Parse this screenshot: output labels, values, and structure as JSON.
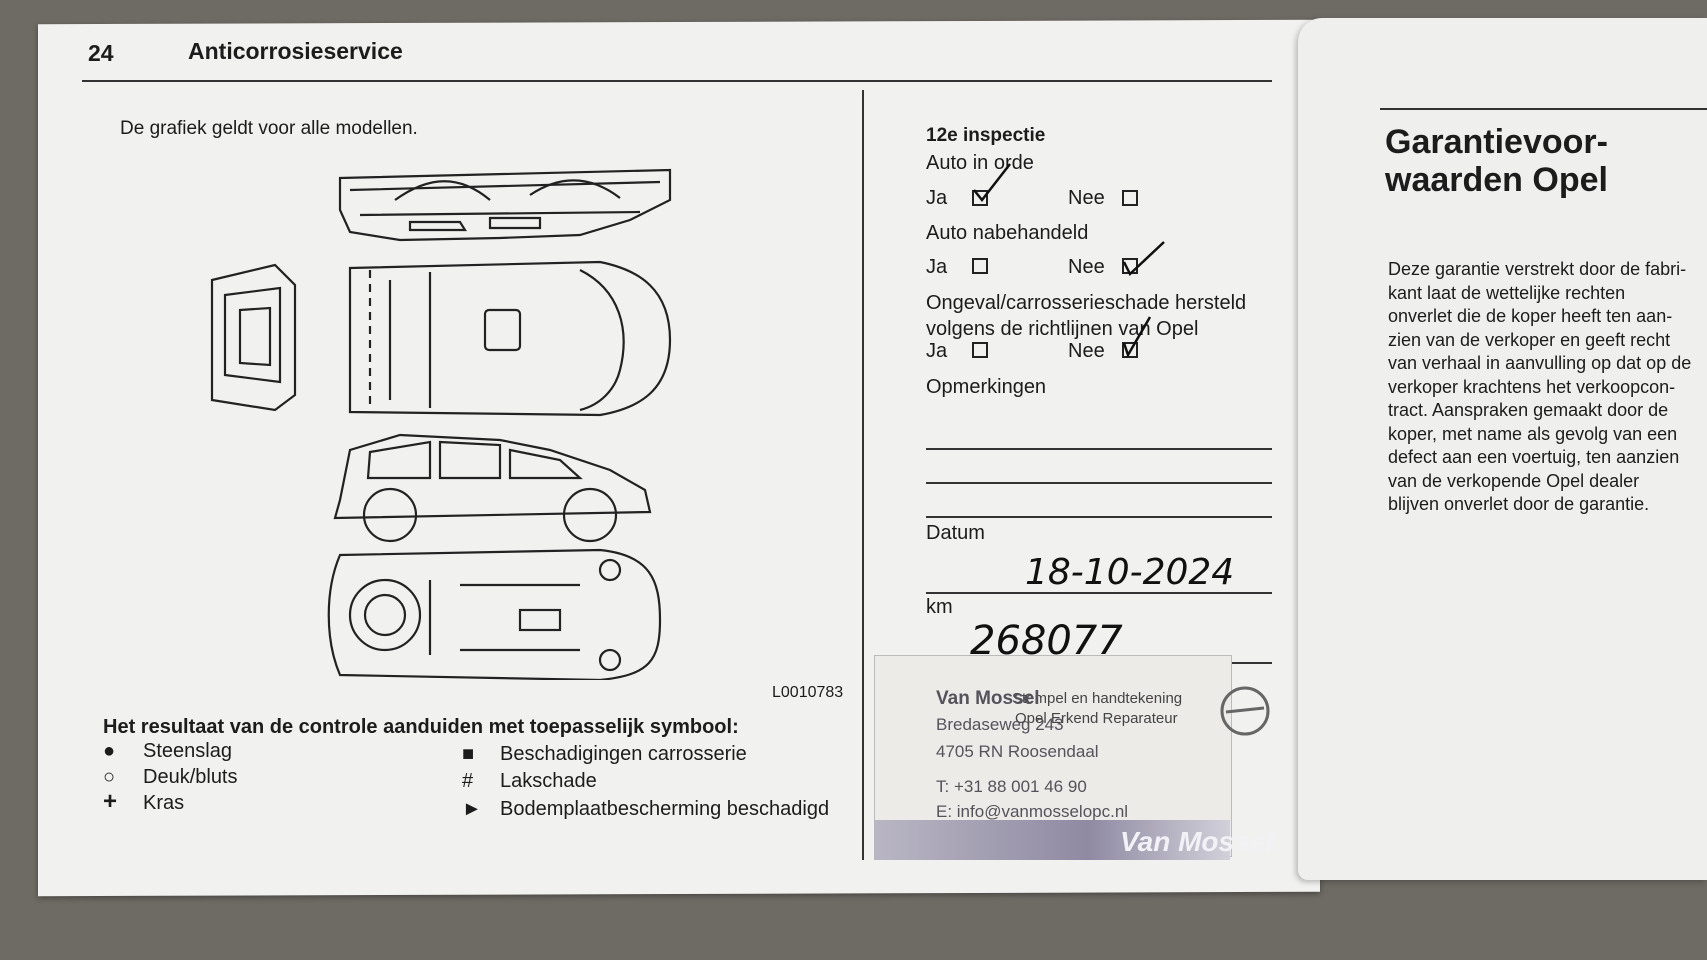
{
  "left_page": {
    "page_number": "24",
    "section_title": "Anticorrosieservice",
    "intro": "De grafiek geldt voor alle modellen.",
    "diagram_code": "L0010783",
    "legend_heading": "Het resultaat van de controle aanduiden met toepasselijk symbool:",
    "legend": [
      {
        "symbol": "●",
        "label": "Steenslag"
      },
      {
        "symbol": "○",
        "label": "Deuk/bluts"
      },
      {
        "symbol": "+",
        "label": "Kras"
      },
      {
        "symbol": "■",
        "label": "Beschadigingen carrosserie"
      },
      {
        "symbol": "#",
        "label": "Lakschade"
      },
      {
        "symbol": "►",
        "label": "Bodemplaatbescherming beschadigd"
      }
    ]
  },
  "inspection": {
    "title": "12e inspectie",
    "q1": "Auto in orde",
    "q2": "Auto nabehandeld",
    "q3_line1": "Ongeval/carrosserieschade hersteld",
    "q3_line2": "volgens de richtlijnen van Opel",
    "ja": "Ja",
    "nee": "Nee",
    "remarks_label": "Opmerkingen",
    "date_label": "Datum",
    "date_value": "18-10-2024",
    "km_label": "km",
    "km_value": "268077"
  },
  "stamp": {
    "label": "Stempel en handtekening",
    "name": "Van Mossel",
    "subtitle": "Opel Erkend Reparateur",
    "street": "Bredaseweg 243",
    "city": "4705 RN  Roosendaal",
    "phone": "T: +31 88 001 46 90",
    "email": "E: info@vanmosselopc.nl",
    "banner": "Van Mossel"
  },
  "right_page": {
    "heading_line1": "Garantievoor-",
    "heading_line2": "waarden Opel",
    "body_lines": [
      "Deze garantie verstrekt door de fabri-",
      "kant laat de wettelijke rechten",
      "onverlet die de koper heeft ten aan-",
      "zien van de verkoper en geeft recht",
      "van verhaal in aanvulling op dat op de",
      "verkoper krachtens het verkoopcon-",
      "tract. Aanspraken gemaakt door de",
      "koper, met name als gevolg van een",
      "defect aan een voertuig, ten aanzien",
      "van de verkopende Opel dealer",
      "blijven onverlet door de garantie."
    ]
  }
}
